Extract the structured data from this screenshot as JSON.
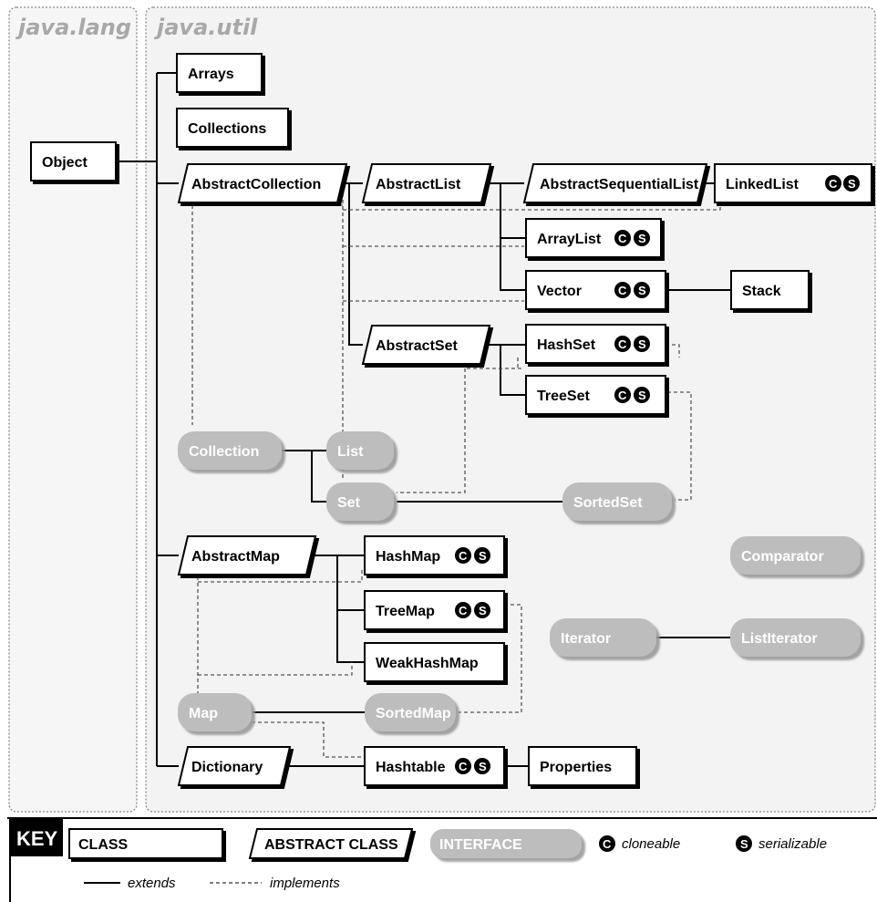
{
  "packages": {
    "lang": "java.lang",
    "util": "java.util"
  },
  "classes": {
    "object": "Object",
    "arrays": "Arrays",
    "collections": "Collections",
    "linkedlist": "LinkedList",
    "arraylist": "ArrayList",
    "vector": "Vector",
    "stack": "Stack",
    "hashset": "HashSet",
    "treeset": "TreeSet",
    "hashmap": "HashMap",
    "treemap": "TreeMap",
    "weakhashmap": "WeakHashMap",
    "hashtable": "Hashtable",
    "properties": "Properties"
  },
  "abstract_classes": {
    "abstractcollection": "AbstractCollection",
    "abstractlist": "AbstractList",
    "abstractsequentiallist": "AbstractSequentialList",
    "abstractset": "AbstractSet",
    "abstractmap": "AbstractMap",
    "dictionary": "Dictionary"
  },
  "interfaces": {
    "collection": "Collection",
    "list": "List",
    "set": "Set",
    "sortedset": "SortedSet",
    "map": "Map",
    "sortedmap": "SortedMap",
    "comparator": "Comparator",
    "iterator": "Iterator",
    "listiterator": "ListIterator"
  },
  "badges": {
    "cloneable": "C",
    "serializable": "S"
  },
  "key": {
    "title": "KEY",
    "class": "CLASS",
    "abstract_class": "ABSTRACT CLASS",
    "interface": "INTERFACE",
    "cloneable": "cloneable",
    "serializable": "serializable",
    "extends": "extends",
    "implements": "implements"
  },
  "colors": {
    "interface_fill": "#bdbdbd",
    "package_bg": "#f3f3f3",
    "line": "#000000",
    "dash": "#555555"
  }
}
